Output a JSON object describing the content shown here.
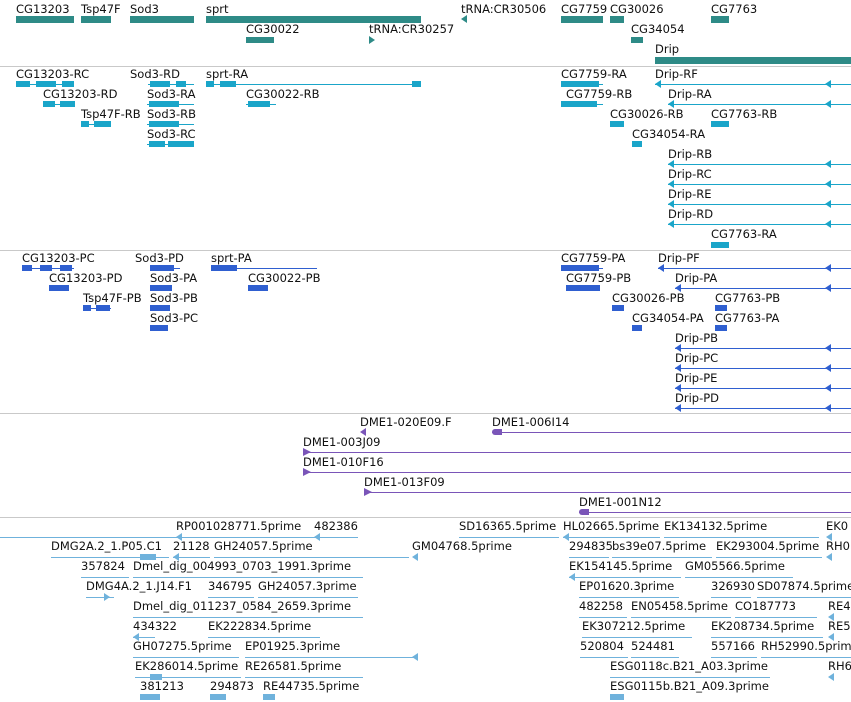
{
  "colors": {
    "gene": "#2e8b87",
    "mrna_rc": "#1aa5c9",
    "mrna_pc": "#2f5fd0",
    "clone": "#7a55b8",
    "est": "#6fb2dc",
    "divider": "#c9c9c9"
  },
  "tracks": {
    "genes": {
      "labels": [
        "CG13203",
        "Tsp47F",
        "Sod3",
        "sprt",
        "tRNA:CR30506",
        "CG7759",
        "CG30026",
        "CG7763",
        "CG30022",
        "tRNA:CR30257",
        "CG34054",
        "Drip"
      ]
    },
    "transcripts_rc": {
      "labels": [
        "CG13203-RC",
        "Sod3-RD",
        "sprt-RA",
        "CG7759-RA",
        "Drip-RF",
        "CG13203-RD",
        "Sod3-RA",
        "CG30022-RB",
        "CG7759-RB",
        "Drip-RA",
        "Tsp47F-RB",
        "Sod3-RB",
        "CG30026-RB",
        "CG7763-RB",
        "Sod3-RC",
        "CG34054-RA",
        "Drip-RB",
        "Drip-RC",
        "Drip-RE",
        "Drip-RD",
        "CG7763-RA"
      ]
    },
    "transcripts_pc": {
      "labels": [
        "CG13203-PC",
        "Sod3-PD",
        "sprt-PA",
        "CG7759-PA",
        "Drip-PF",
        "CG13203-PD",
        "Sod3-PA",
        "CG30022-PB",
        "CG7759-PB",
        "Drip-PA",
        "Tsp47F-PB",
        "Sod3-PB",
        "CG30026-PB",
        "CG7763-PB",
        "Sod3-PC",
        "CG34054-PA",
        "CG7763-PA",
        "Drip-PB",
        "Drip-PC",
        "Drip-PE",
        "Drip-PD"
      ]
    },
    "clones": {
      "labels": [
        "DME1-020E09.F",
        "DME1-006I14",
        "DME1-003J09",
        "DME1-010F16",
        "DME1-013F09",
        "DME1-001N12"
      ]
    },
    "ests": {
      "labels": [
        "RP001028771.5prime",
        "482386",
        "SD16365.5prime",
        "HL02665.5prime",
        "EK134132.5prime",
        "EK0",
        "DMG2A.2_1.P05.C1",
        "21128",
        "GH24057.5prime",
        "GM04768.5prime",
        "294835",
        "bs39e07.5prime",
        "EK293004.5prime",
        "RH0",
        "357824",
        "Dmel_dig_004993_0703_1991.3prime",
        "EK154145.5prime",
        "GM05566.5prime",
        "DMG4A.2_1.J14.F1",
        "346795",
        "GH24057.3prime",
        "EP01620.3prime",
        "326930",
        "SD07874.5prime",
        "Dmel_dig_011237_0584_2659.3prime",
        "482258",
        "EN05458.5prime",
        "CO187773",
        "RE4",
        "434322",
        "EK222834.5prime",
        "EK307212.5prime",
        "EK208734.5prime",
        "RE5",
        "GH07275.5prime",
        "EP01925.3prime",
        "520804",
        "524481",
        "557166",
        "RH52990.5prime",
        "EK286014.5prime",
        "RE26581.5prime",
        "ESG0118c.B21_A03.3prime",
        "RH6",
        "381213",
        "294873",
        "RE44735.5prime",
        "ESG0115b.B21_A09.3prime"
      ]
    }
  }
}
